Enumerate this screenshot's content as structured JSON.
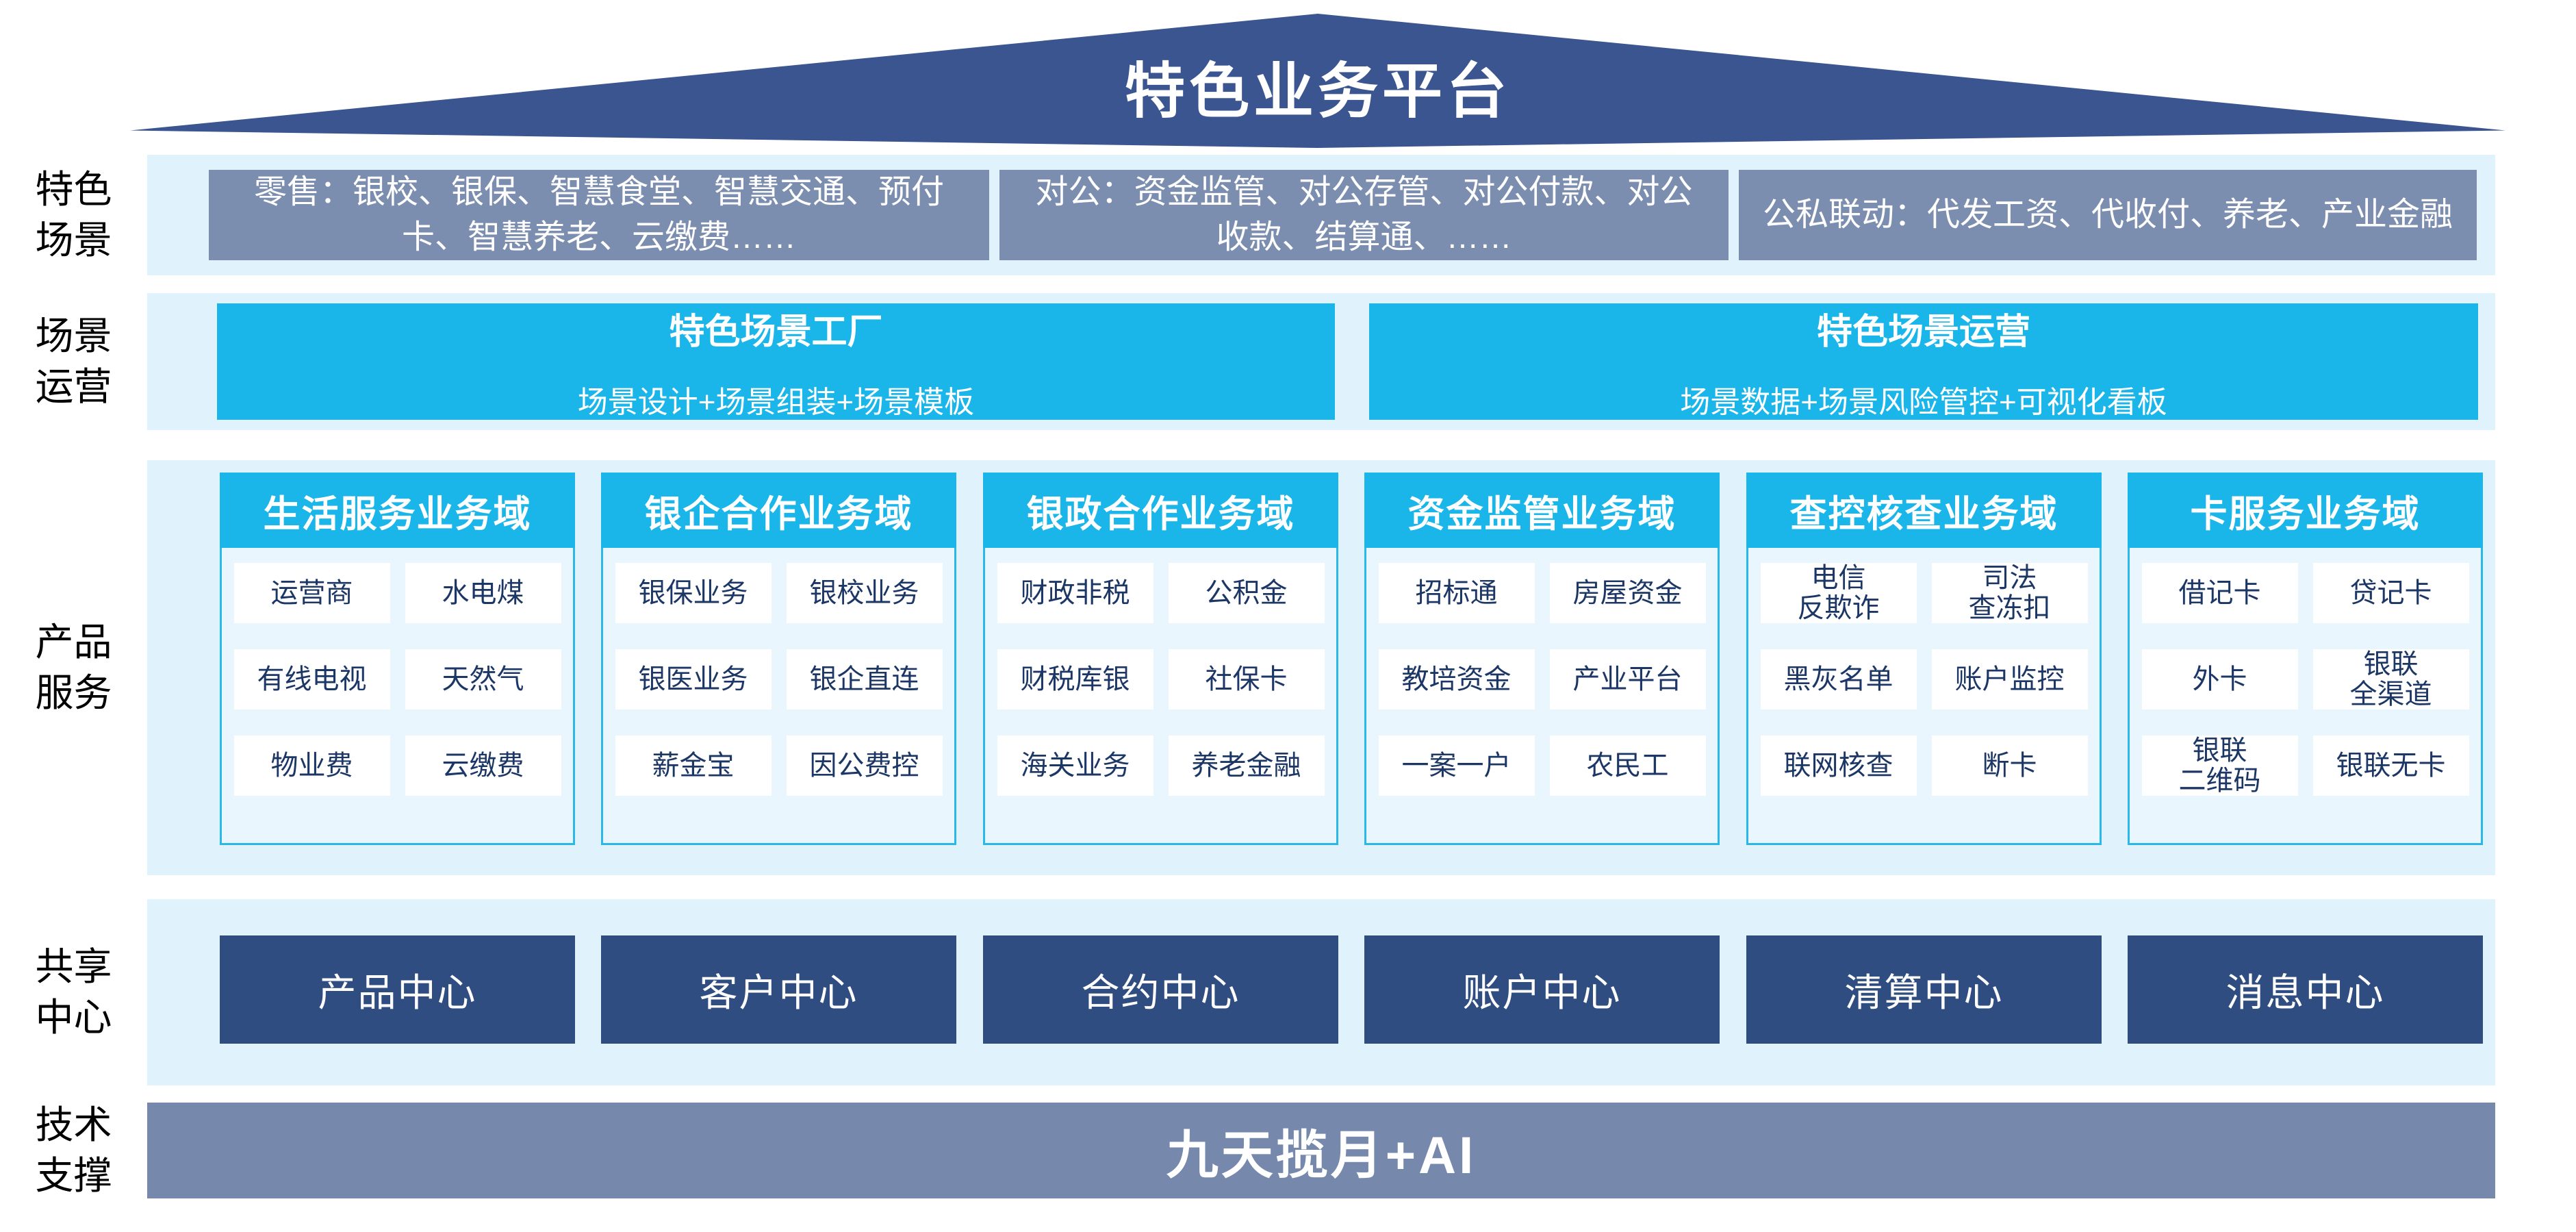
{
  "colors": {
    "roof_navy": "#3A5590",
    "band_light_blue": "#E0F2FB",
    "scene_gray_blue": "#7C8EAF",
    "accent_cyan": "#1AB6EA",
    "panel_light_blue": "#E9F6FD",
    "panel_border_cyan": "#29B8E8",
    "cell_text_navy": "#1C3766",
    "center_box_navy": "#2F4D80",
    "tech_bar_gray_blue": "#7688AC"
  },
  "roof": {
    "title": "特色业务平台"
  },
  "side_labels": [
    "特色\n场景",
    "场景\n运营",
    "产品\n服务",
    "共享\n中心",
    "技术\n支撑"
  ],
  "scene_row": {
    "boxes": [
      "零售：银校、银保、智慧食堂、智慧交通、预付卡、智慧养老、云缴费……",
      "对公：资金监管、对公存管、对公付款、对公收款、结算通、……",
      "公私联动：代发工资、代收付、养老、产业金融"
    ]
  },
  "operation_row": {
    "boxes": [
      {
        "title": "特色场景工厂",
        "subtitle": "场景设计+场景组装+场景模板"
      },
      {
        "title": "特色场景运营",
        "subtitle": "场景数据+场景风险管控+可视化看板"
      }
    ]
  },
  "product_row": {
    "columns": [
      {
        "header": "生活服务业务域",
        "cells": [
          "运营商",
          "水电煤",
          "有线电视",
          "天然气",
          "物业费",
          "云缴费"
        ]
      },
      {
        "header": "银企合作业务域",
        "cells": [
          "银保业务",
          "银校业务",
          "银医业务",
          "银企直连",
          "薪金宝",
          "因公费控"
        ]
      },
      {
        "header": "银政合作业务域",
        "cells": [
          "财政非税",
          "公积金",
          "财税库银",
          "社保卡",
          "海关业务",
          "养老金融"
        ]
      },
      {
        "header": "资金监管业务域",
        "cells": [
          "招标通",
          "房屋资金",
          "教培资金",
          "产业平台",
          "一案一户",
          "农民工"
        ]
      },
      {
        "header": "查控核查业务域",
        "cells": [
          "电信\n反欺诈",
          "司法\n查冻扣",
          "黑灰名单",
          "账户监控",
          "联网核查",
          "断卡"
        ]
      },
      {
        "header": "卡服务业务域",
        "cells": [
          "借记卡",
          "贷记卡",
          "外卡",
          "银联\n全渠道",
          "银联\n二维码",
          "银联无卡"
        ]
      }
    ]
  },
  "shared_row": {
    "centers": [
      "产品中心",
      "客户中心",
      "合约中心",
      "账户中心",
      "清算中心",
      "消息中心"
    ]
  },
  "tech_row": {
    "label": "九天揽月+AI"
  }
}
